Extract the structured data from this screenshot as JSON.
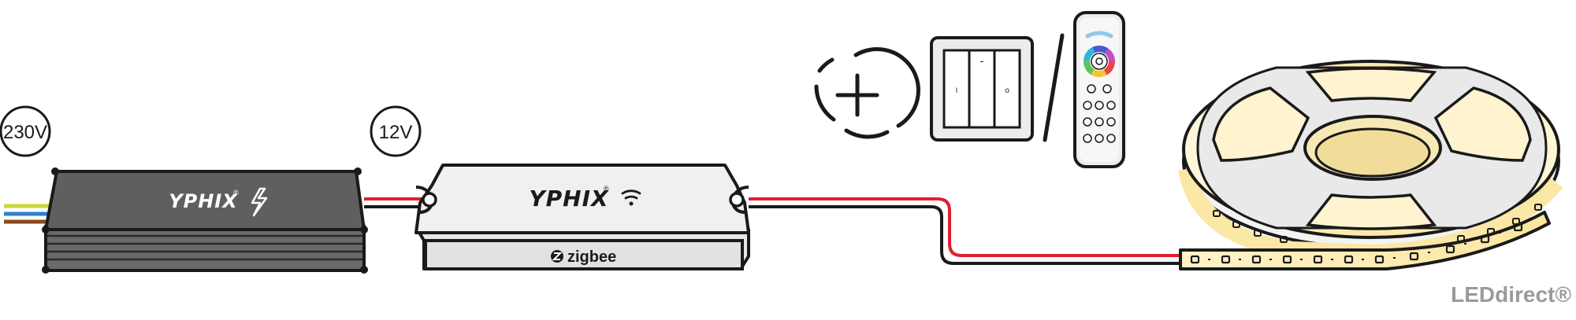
{
  "labels": {
    "input_voltage": "230V",
    "output_voltage": "12V"
  },
  "power_supply": {
    "brand": "YPHIX",
    "reg": "®"
  },
  "controller": {
    "brand": "YPHIX",
    "reg": "®",
    "protocol": "zigbee"
  },
  "switch_panel": {
    "left_mark": "I",
    "center_mark": "-",
    "right_mark": "o"
  },
  "watermark": "LEDdirect®",
  "colors": {
    "wire_brown": "#8B4A1C",
    "wire_blue": "#2F7FD0",
    "wire_yellow_green": "#C9D83A",
    "wire_red": "#E0202E",
    "wire_black": "#1a1a1a",
    "psu_body": "#5f5f5f",
    "controller_body": "#f0f0f0",
    "strip_glow": "#FBEFC2",
    "watermark": "#9a9a9a"
  },
  "icons": {
    "psu": "lightning-icon",
    "controller": "wifi-icon",
    "pairing": "add-pairing-icon"
  }
}
